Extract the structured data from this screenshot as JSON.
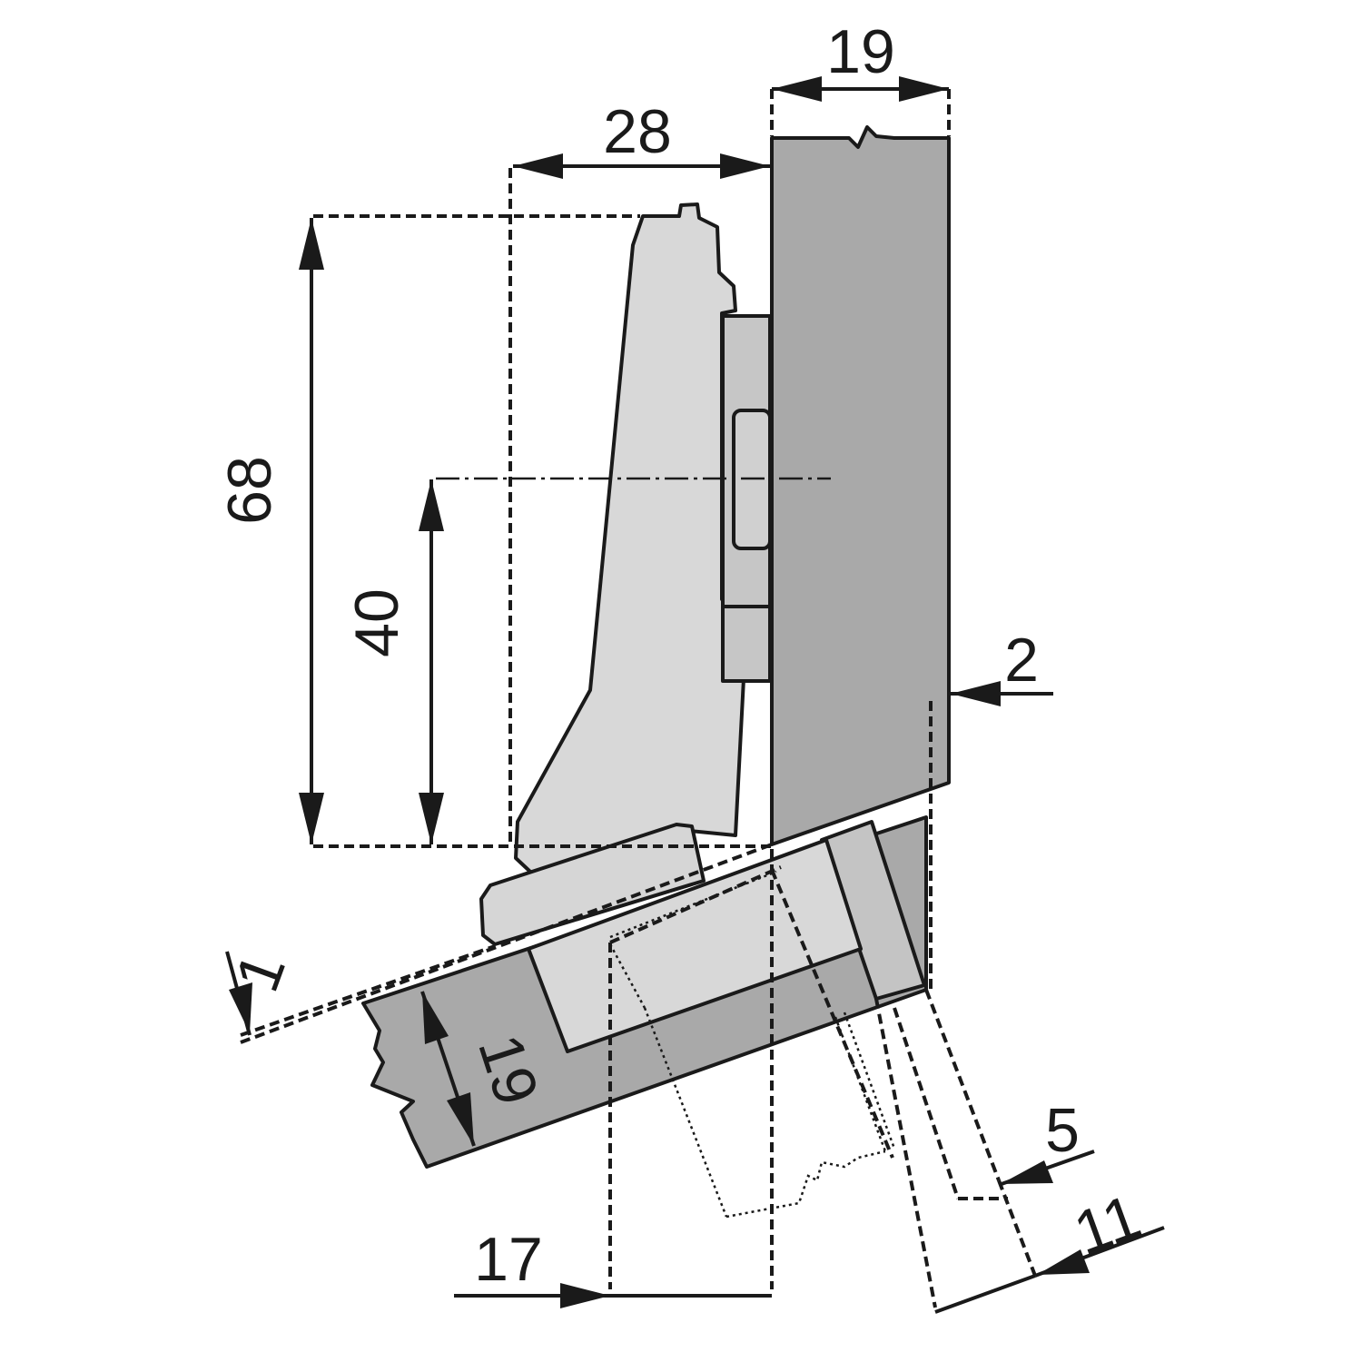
{
  "colors": {
    "panel": "#a9a9a9",
    "hinge": "#d8d8d8",
    "hinge_dark": "#c6c6c6",
    "line": "#1a1a1a"
  },
  "dimensions": {
    "side_thickness": "19",
    "hinge_depth": "28",
    "overall_height": "68",
    "cup_center": "40",
    "gap": "2",
    "offset": "1",
    "door_thickness": "19",
    "cup_distance": "5",
    "overlay": "11",
    "cup_offset": "17"
  }
}
